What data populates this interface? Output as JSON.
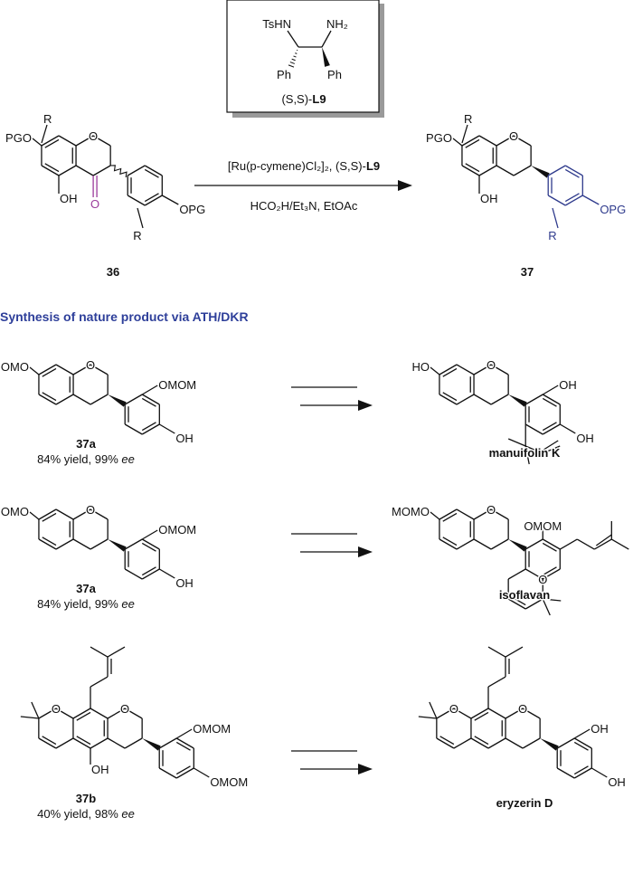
{
  "colors": {
    "ink": "#111111",
    "carbonyl": "#9b3b9b",
    "product_ring": "#2e3a8c",
    "heading": "#2e3f9a",
    "box_shadow": "#9a9a9a"
  },
  "atoms": {
    "momo": "MOMO",
    "omom": "OMOM",
    "oh": "OH",
    "ho": "HO",
    "o": "O",
    "pgo": "PGO",
    "opg": "OPG",
    "r": "R"
  },
  "top": {
    "ligand": {
      "tshn": "TsHN",
      "nh2": "NH₂",
      "ph1": "Ph",
      "ph2": "Ph",
      "label_prefix": "(S,S)-",
      "label_bold": "L9"
    },
    "conditions": {
      "line1_prefix": "[Ru(p-cymene)Cl₂]₂, (S,S)-",
      "line1_bold": "L9",
      "line2": "HCO₂H/Et₃N, EtOAc"
    },
    "sm_label": "36",
    "product_label": "37"
  },
  "heading": "Synthesis of nature product via ATH/DKR",
  "rows": [
    {
      "sm_label": "37a",
      "yield_prefix": "84% yield, 99% ",
      "ee": "ee",
      "product": "manuifolin K"
    },
    {
      "sm_label": "37a",
      "yield_prefix": "84% yield, 99% ",
      "ee": "ee",
      "product": "isoflavan"
    },
    {
      "sm_label": "37b",
      "yield_prefix": "40% yield, 98% ",
      "ee": "ee",
      "product": "eryzerin D"
    }
  ]
}
